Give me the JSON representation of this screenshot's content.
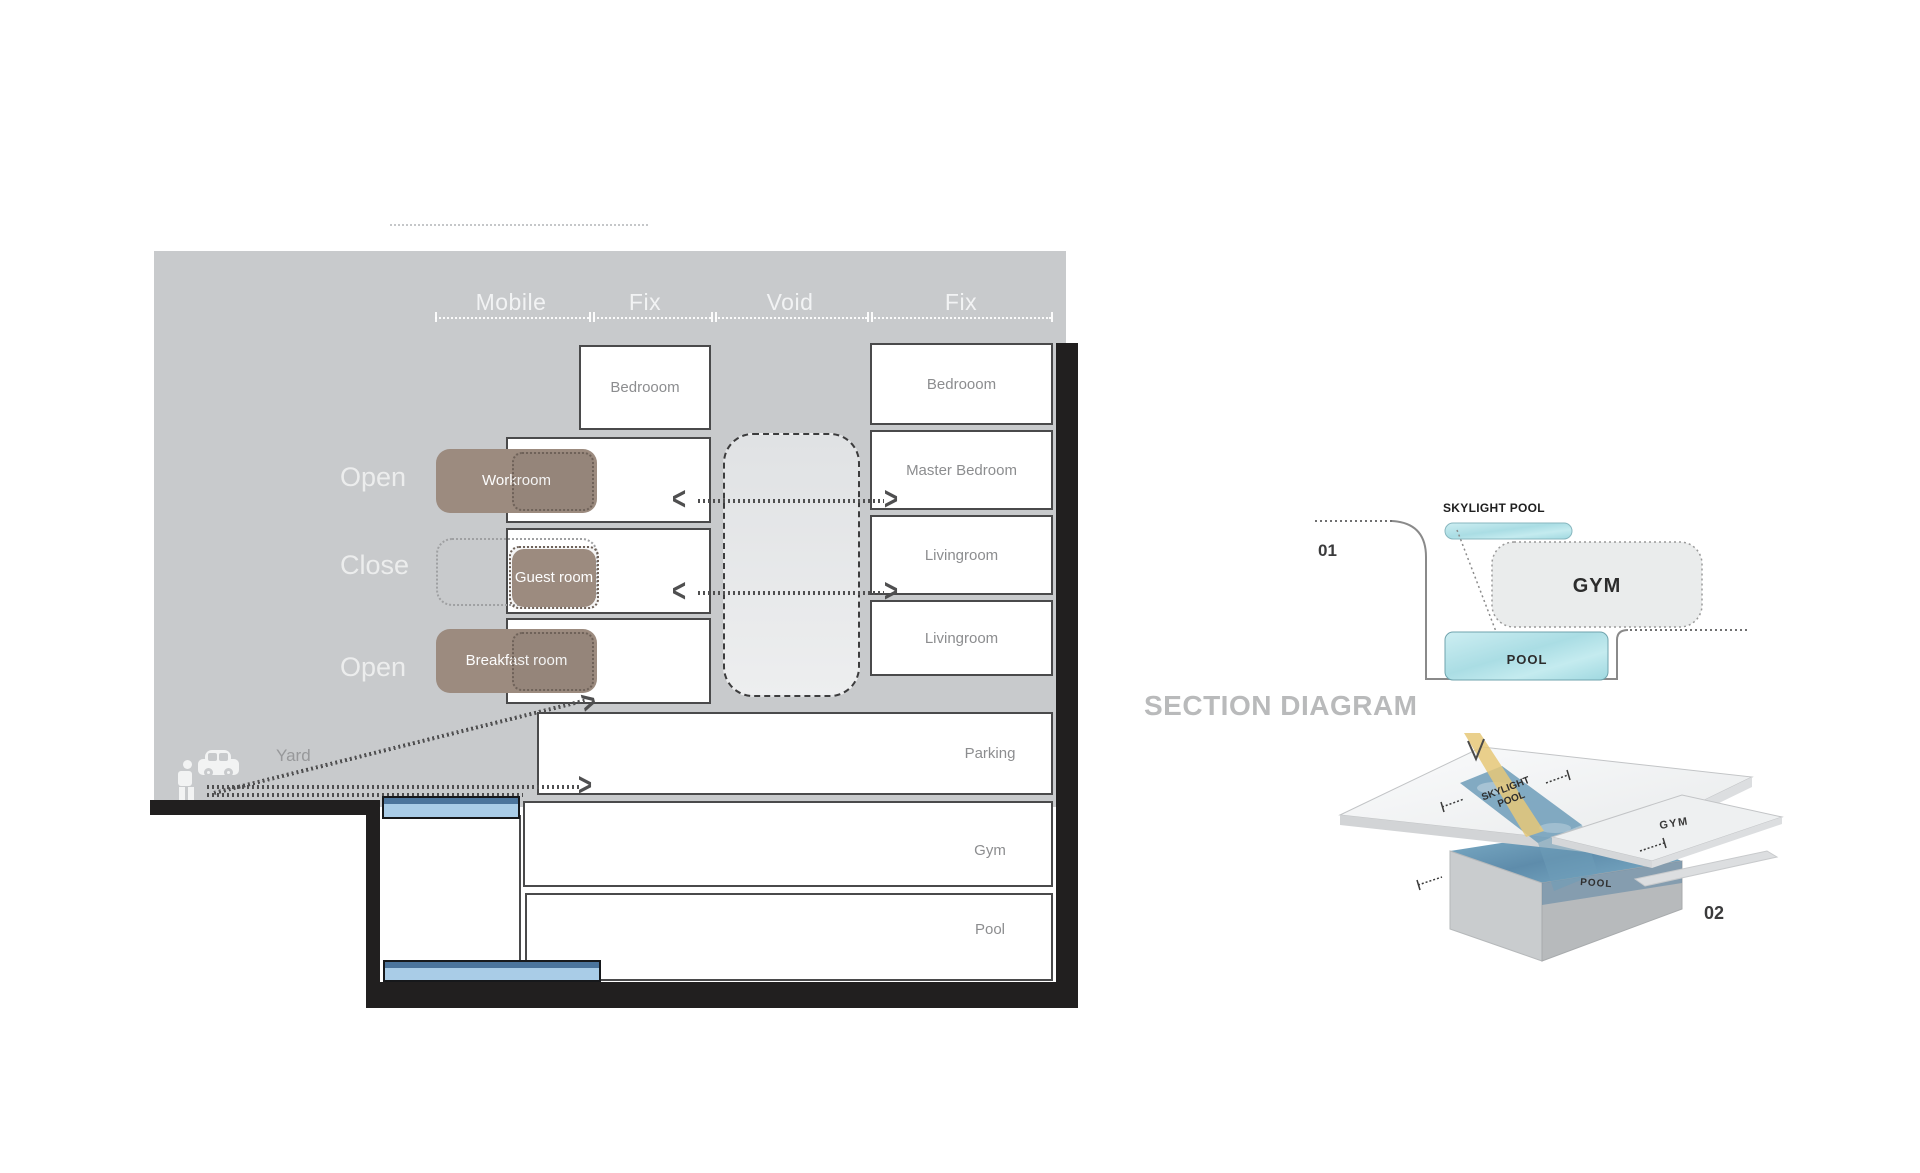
{
  "left_diagram": {
    "headers": {
      "mobile": "Mobile",
      "fix_left": "Fix",
      "void": "Void",
      "fix_right": "Fix"
    },
    "states": {
      "row2": "Open",
      "row3": "Close",
      "row4": "Open"
    },
    "mobile_rooms": {
      "workroom": "Workroom",
      "guest": "Guest room",
      "breakfast": "Breakfast room"
    },
    "rooms": {
      "bedroom_left": "Bedrooom",
      "bedroom_right": "Bedrooom",
      "master_bedroom": "Master Bedroom",
      "livingroom_1": "Livingroom",
      "livingroom_2": "Livingroom",
      "parking": "Parking",
      "gym": "Gym",
      "pool": "Pool"
    },
    "yard_label": "Yard"
  },
  "right_panel": {
    "title": "SECTION DIAGRAM",
    "section01": {
      "number": "01",
      "skylight_label": "SKYLIGHT POOL",
      "gym_label": "GYM",
      "pool_label": "POOL"
    },
    "axon02": {
      "number": "02",
      "skylight_line1": "SKYLIGHT",
      "skylight_line2": "POOL",
      "gym_label": "GYM",
      "pool_label": "POOL"
    }
  },
  "glyphs": {
    "arrow_right": ">",
    "arrow_left": "<"
  },
  "colors": {
    "background_gray": "#c8cacc",
    "box_border": "#4a4a4b",
    "mobile_brown": "#9c8b7f",
    "skylight_blue_light": "#a9cce7",
    "skylight_blue_dark": "#4b749c",
    "pool_cyan": "#b7e3e9",
    "structure_black": "#211f1f",
    "title_gray": "#b9babb"
  }
}
